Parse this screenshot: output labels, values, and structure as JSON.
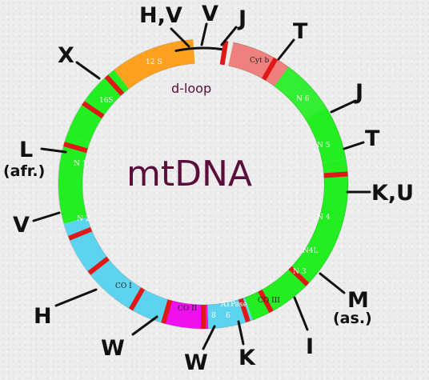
{
  "title": "mtDNA",
  "dloop_label": "d-loop",
  "segments": [
    {
      "label": "12 S",
      "color": "#ffa020"
    },
    {
      "label": "16S",
      "color": "#ffa020"
    },
    {
      "label": "N 1",
      "color": "#22ee22"
    },
    {
      "label": "N 2",
      "color": "#22ee22"
    },
    {
      "label": "CO I",
      "color": "#5cd4f0"
    },
    {
      "label": "CO II",
      "color": "#5cd4f0"
    },
    {
      "label": "ATPase",
      "color": "#ee11ee"
    },
    {
      "label": "8",
      "color": "#ee11ee"
    },
    {
      "label": "6",
      "color": "#ee11ee"
    },
    {
      "label": "CO III",
      "color": "#5cd4f0"
    },
    {
      "label": "N 3",
      "color": "#22ee22"
    },
    {
      "label": "N4L",
      "color": "#22ee22"
    },
    {
      "label": "N 4",
      "color": "#22ee22"
    },
    {
      "label": "N 5",
      "color": "#22ee22"
    },
    {
      "label": "N 6",
      "color": "#22ee22"
    },
    {
      "label": "Cyt b",
      "color": "#f08080"
    }
  ],
  "haplogroups": {
    "hv": "H,V",
    "v_top": "V",
    "j_top": "J",
    "t_top": "T",
    "x": "X",
    "j_right": "J",
    "t_right": "T",
    "l": "L",
    "afr": "(afr.)",
    "ku": "K,U",
    "v_left": "V",
    "m": "M",
    "as": "(as.)",
    "h": "H",
    "i": "I",
    "w_left": "W",
    "w_bottom": "W",
    "k": "K"
  },
  "colors": {
    "rrna": "#ffa020",
    "nd": "#22ee22",
    "co": "#5cd4f0",
    "atp": "#ee11ee",
    "cytb": "#f08080",
    "marker": "#e01818",
    "title": "#5a0f3a"
  }
}
